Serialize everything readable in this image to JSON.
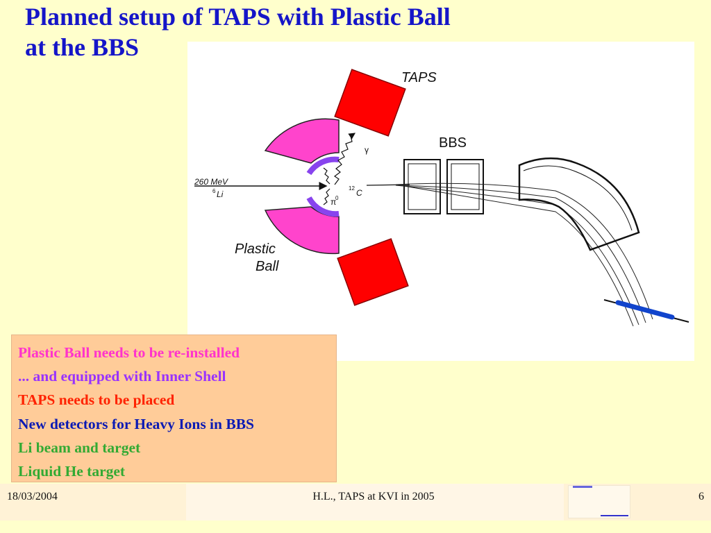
{
  "slide": {
    "title_line1": "Planned setup of TAPS  with Plastic Ball",
    "title_line2": "at the BBS"
  },
  "diagram": {
    "taps_label": "TAPS",
    "bbs_label": "BBS",
    "beam_energy": "260 MeV",
    "beam_particle_mass": "6",
    "beam_particle": "Li",
    "target_mass": "12",
    "target": "C",
    "gamma_label": "γ",
    "pion_label": "π",
    "pion_charge": "0",
    "plastic_label_1": "Plastic",
    "plastic_label_2": "Ball",
    "colors": {
      "taps": "#FF0000",
      "plastic_ball": "#FF44CC",
      "inner_shell": "#8844EE",
      "detector_bar": "#1144CC"
    }
  },
  "notes": {
    "items": [
      {
        "text": "Plastic Ball needs to be re-installed",
        "color": "#FF33CC"
      },
      {
        "text": " ... and equipped with Inner Shell",
        "color": "#9933FF"
      },
      {
        "text": "TAPS needs to be placed",
        "color": "#FF2200"
      },
      {
        "text": "New detectors for Heavy Ions in BBS",
        "color": "#0A1AB4"
      },
      {
        "text": "Li beam and target",
        "color": "#33AA33"
      },
      {
        "text": "Liquid He target",
        "color": "#33AA33"
      }
    ]
  },
  "footer": {
    "date": "18/03/2004",
    "center": "H.L.,  TAPS at KVI in 2005",
    "page": "6"
  }
}
